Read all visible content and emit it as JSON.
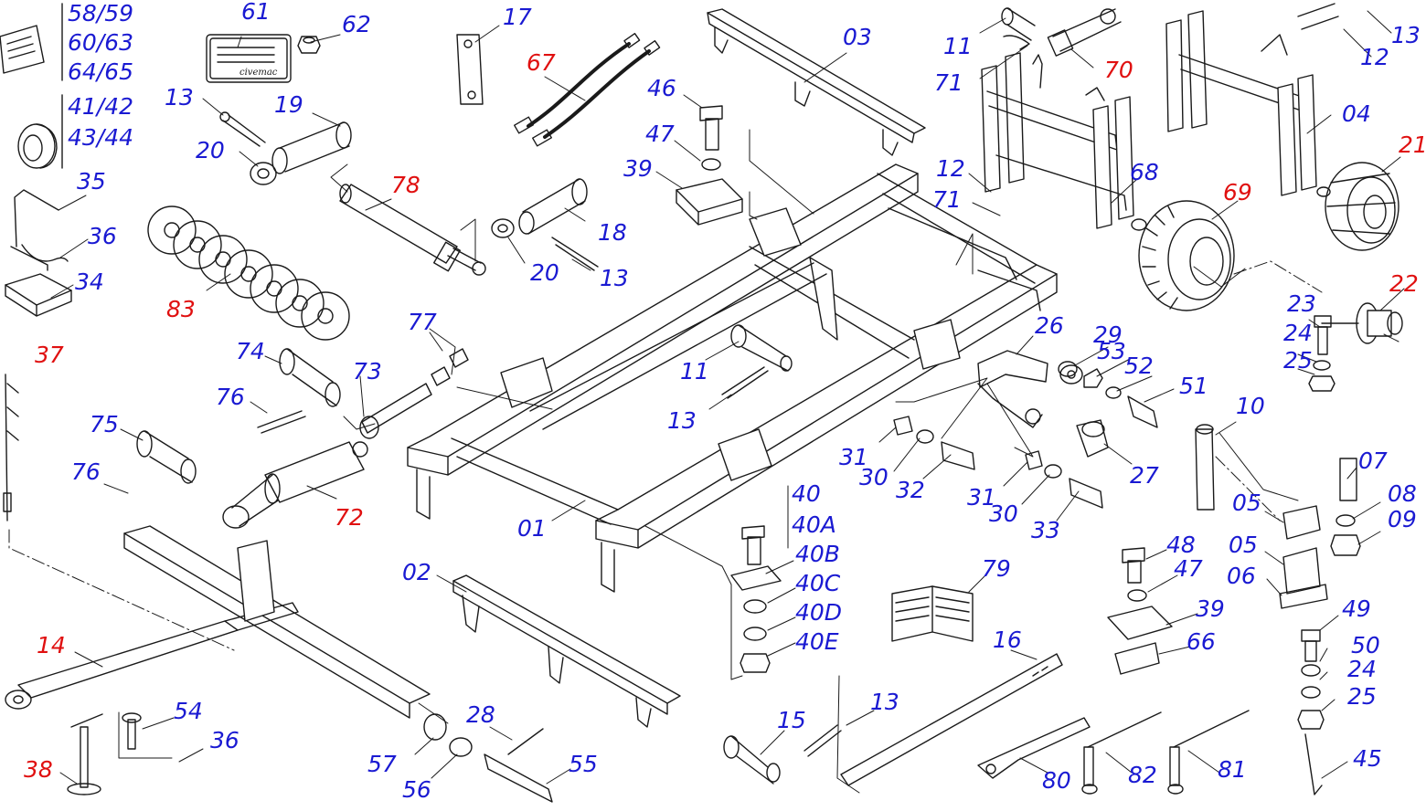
{
  "colors": {
    "standard_part": "#1a1ad2",
    "highlighted_part": "#e01010",
    "line_art": "#1a1a1a"
  },
  "labels": {
    "p58_59": "58/59",
    "p60_63": "60/63",
    "p64_65": "64/65",
    "p41_42": "41/42",
    "p43_44": "43/44",
    "p61": "61",
    "p62": "62",
    "p17": "17",
    "p67": "67",
    "p03": "03",
    "p11a": "11",
    "p71a": "71",
    "p70": "70",
    "p12a": "12",
    "p13a": "13",
    "p04": "04",
    "p21": "21",
    "p13b": "13",
    "p19": "19",
    "p20a": "20",
    "p35": "35",
    "p36a": "36",
    "p34": "34",
    "p78": "78",
    "p46": "46",
    "p47a": "47",
    "p39a": "39",
    "p18": "18",
    "p20b": "20",
    "p13c": "13",
    "p83": "83",
    "p12b": "12",
    "p71b": "71",
    "p68": "68",
    "p69": "69",
    "p22": "22",
    "p23": "23",
    "p24a": "24",
    "p25a": "25",
    "p37": "37",
    "p77": "77",
    "p74": "74",
    "p73": "73",
    "p76a": "76",
    "p11b": "11",
    "p13d": "13",
    "p26": "26",
    "p29": "29",
    "p53": "53",
    "p52": "52",
    "p51": "51",
    "p75": "75",
    "p76b": "76",
    "p72": "72",
    "p31a": "31",
    "p30a": "30",
    "p32": "32",
    "p31b": "31",
    "p30b": "30",
    "p33": "33",
    "p27": "27",
    "p10": "10",
    "p07": "07",
    "p05a": "05",
    "p08": "08",
    "p09": "09",
    "p05b": "05",
    "p06": "06",
    "p01": "01",
    "p40": "40",
    "p40A": "40A",
    "p40B": "40B",
    "p40C": "40C",
    "p40D": "40D",
    "p40E": "40E",
    "p02": "02",
    "p79": "79",
    "p48": "48",
    "p47b": "47",
    "p39b": "39",
    "p66": "66",
    "p49": "49",
    "p50": "50",
    "p24b": "24",
    "p25b": "25",
    "p14": "14",
    "p16": "16",
    "p13e": "13",
    "p15": "15",
    "p54": "54",
    "p36b": "36",
    "p38": "38",
    "p28": "28",
    "p57": "57",
    "p56": "56",
    "p55": "55",
    "p80": "80",
    "p82": "82",
    "p81": "81",
    "p45": "45"
  },
  "nameplate": {
    "brand": "civemac"
  }
}
